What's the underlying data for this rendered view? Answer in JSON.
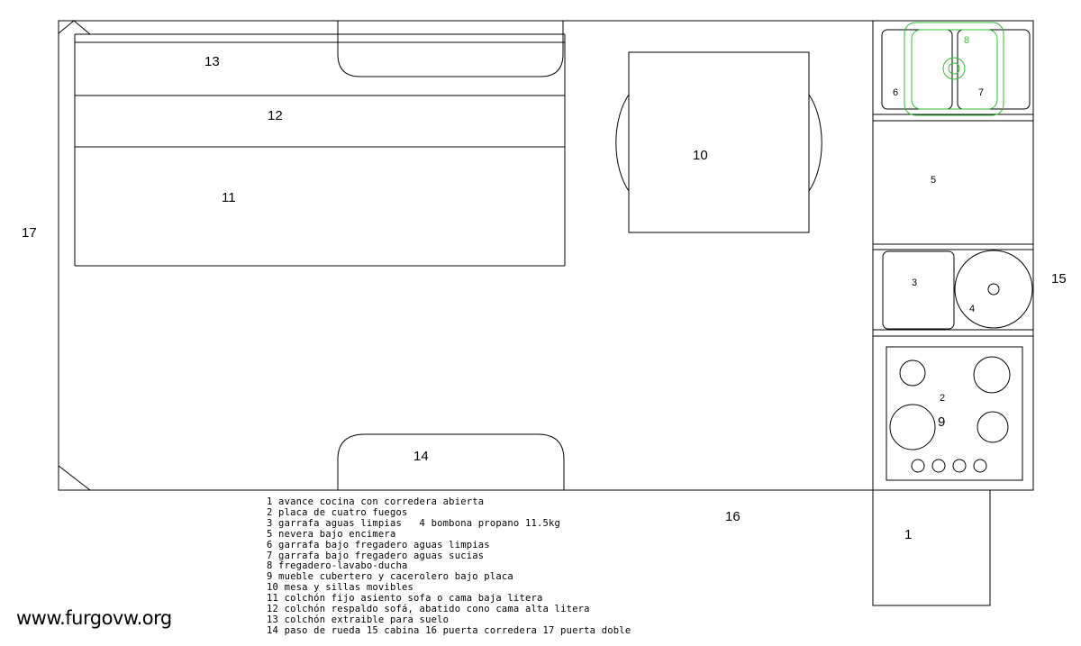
{
  "labels": {
    "n1": "1",
    "n2": "2",
    "n3": "3",
    "n4": "4",
    "n5": "5",
    "n6": "6",
    "n7": "7",
    "n8": "8",
    "n9": "9",
    "n10": "10",
    "n11": "11",
    "n12": "12",
    "n13": "13",
    "n14": "14",
    "n15": "15",
    "n16": "16",
    "n17": "17"
  },
  "legend": [
    "1 avance cocina con corredera abierta",
    "2 placa de cuatro fuegos",
    "3 garrafa aguas limpias   4 bombona propano 11.5kg",
    "5 nevera bajo encimera",
    "6 garrafa bajo fregadero aguas limpias",
    "7 garrafa bajo fregadero aguas sucias",
    "8 fregadero-lavabo-ducha",
    "9 mueble cubertero y cacerolero bajo placa",
    "10 mesa y sillas movibles",
    "11 colchón fijo asiento sofa o cama baja litera",
    "12 colchón respaldo sofá, abatido cono cama alta litera",
    "13 colchón extraible para suelo",
    "14 paso de rueda 15 cabina 16 puerta corredera 17 puerta doble"
  ],
  "watermark": "www.furgovw.org",
  "colors": {
    "line": "#000000",
    "sink": "#2fbf2f"
  }
}
